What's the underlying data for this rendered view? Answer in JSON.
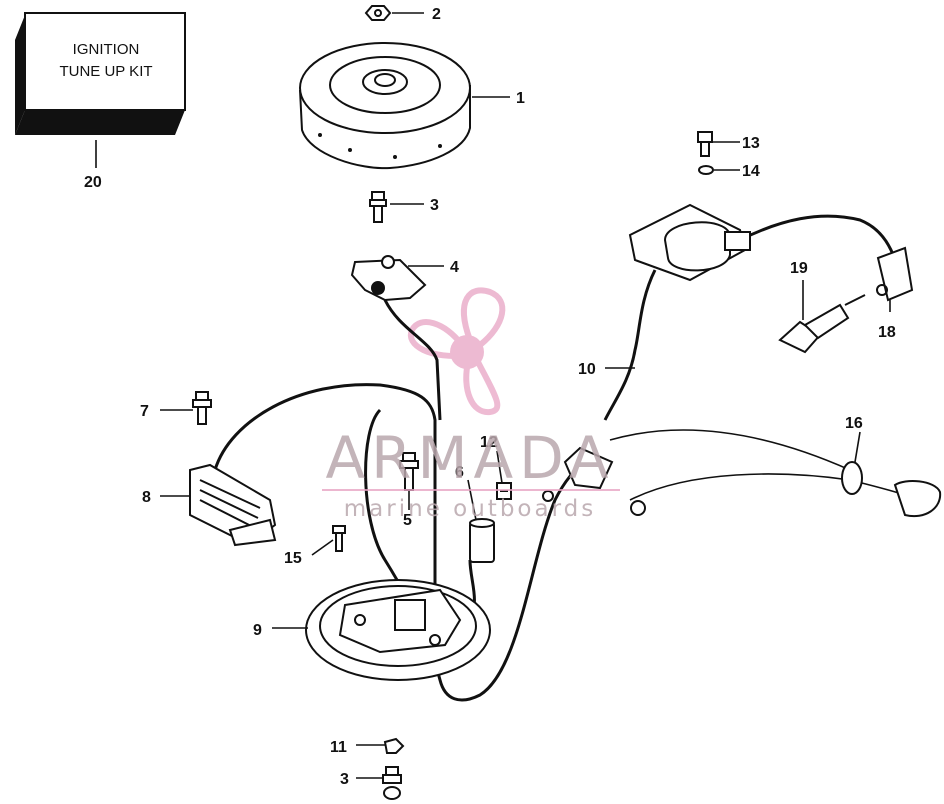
{
  "kit_box": {
    "line1": "IGNITION",
    "line2": "TUNE UP KIT"
  },
  "callouts": {
    "c1": "1",
    "c2": "2",
    "c3a": "3",
    "c3b": "3",
    "c4": "4",
    "c5": "5",
    "c6": "6",
    "c7": "7",
    "c8": "8",
    "c9": "9",
    "c10": "10",
    "c11": "11",
    "c12": "12",
    "c13": "13",
    "c14": "14",
    "c15": "15",
    "c16": "16",
    "c18": "18",
    "c19": "19",
    "c20": "20"
  },
  "watermark": {
    "brand": "ARMADA",
    "tagline": "marine outboards",
    "logo_color": "#e8a4c4"
  }
}
